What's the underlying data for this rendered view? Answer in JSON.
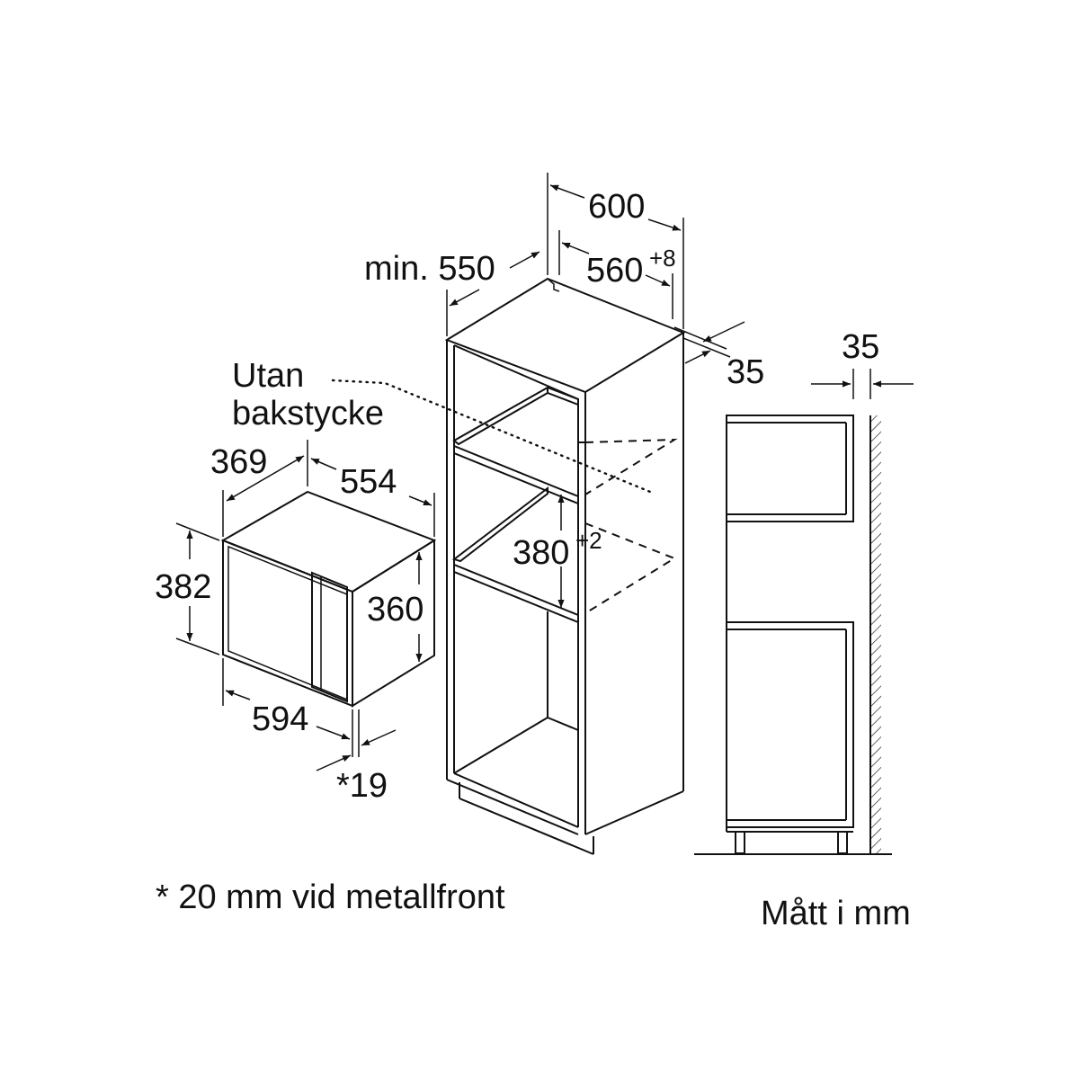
{
  "labels": {
    "min_550": "min. 550",
    "w_600": "600",
    "w_560": "560",
    "w_560_tol": "+8",
    "d_35_right": "35",
    "utan_line1": "Utan",
    "utan_line2": "bakstycke",
    "h_380": "380",
    "h_380_tol": "+2",
    "d_369": "369",
    "w_554": "554",
    "h_382": "382",
    "h_360": "360",
    "w_594": "594",
    "d_19": "*19",
    "side_35": "35"
  },
  "footnote": "* 20 mm vid metallfront",
  "units_note": "Mått i mm"
}
